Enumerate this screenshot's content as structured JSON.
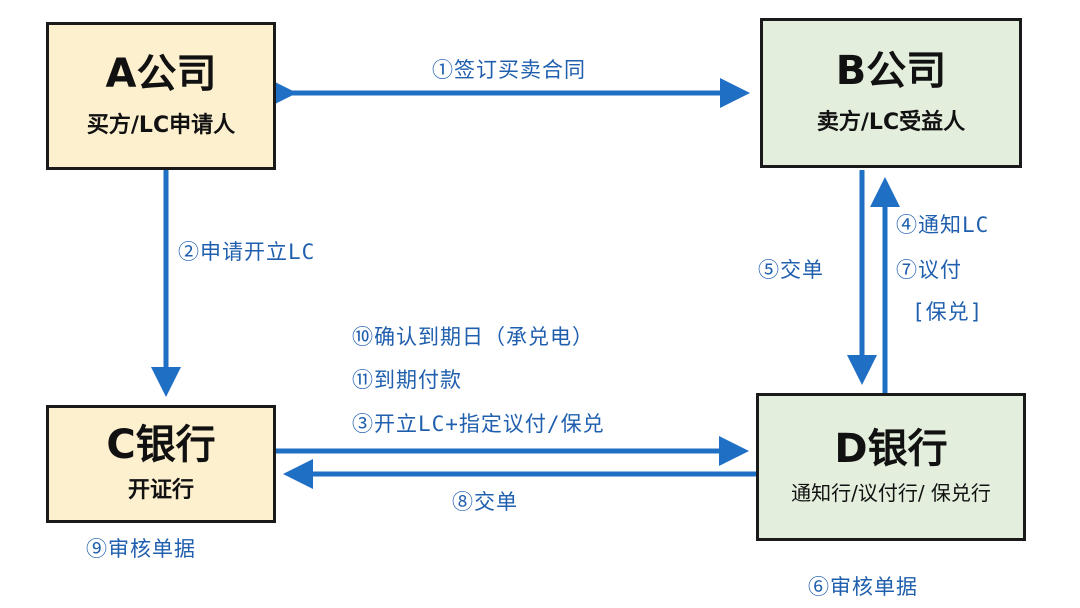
{
  "nodes": {
    "a": {
      "name": "A公司",
      "role": "买方/LC申请人"
    },
    "b": {
      "name": "B公司",
      "role": "卖方/LC受益人"
    },
    "c": {
      "name": "C银行",
      "role": "开证行"
    },
    "d": {
      "name": "D银行",
      "role": "通知行/议付行/ 保兑行"
    }
  },
  "steps": {
    "s1": "①签订买卖合同",
    "s2": "②申请开立LC",
    "s4": "④通知LC",
    "s5": "⑤交单",
    "s7": "⑦议付",
    "s7b": "[保兑]",
    "s10": "⑩确认到期日（承兑电）",
    "s11": "⑪到期付款",
    "s3": "③开立LC+指定议付/保兑",
    "s8": "⑧交单",
    "s9": "⑨审核单据",
    "s6": "⑥审核单据"
  },
  "colors": {
    "arrow": "#1f6fc4",
    "label": "#1f5fae",
    "buyer_fill": "#fdf0cf",
    "seller_fill": "#e3eedd",
    "border": "#1a1a1a"
  }
}
